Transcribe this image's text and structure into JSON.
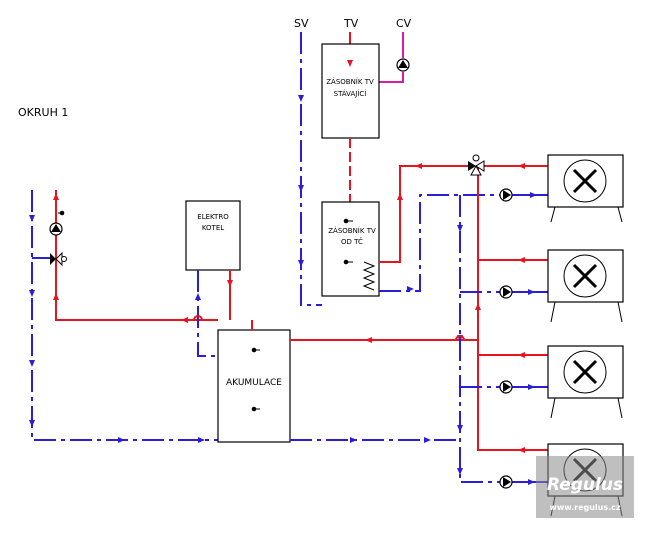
{
  "labels": {
    "circuit": "OKRUH 1",
    "sv": "SV",
    "tv": "TV",
    "cv": "CV",
    "tank_existing_line1": "ZÁSOBNÍK TV",
    "tank_existing_line2": "STÁVAJÍCÍ",
    "tank_hp_line1": "ZÁSOBNÍK TV",
    "tank_hp_line2": "OD TČ",
    "boiler_line1": "ELEKTRO",
    "boiler_line2": "KOTEL",
    "accumulation": "AKUMULACE"
  },
  "watermark": {
    "brand": "Regulus",
    "url": "www.regulus.cz"
  },
  "colors": {
    "supply": "#e8141e",
    "return": "#2a1fd6",
    "circulation": "#d01fb0"
  }
}
